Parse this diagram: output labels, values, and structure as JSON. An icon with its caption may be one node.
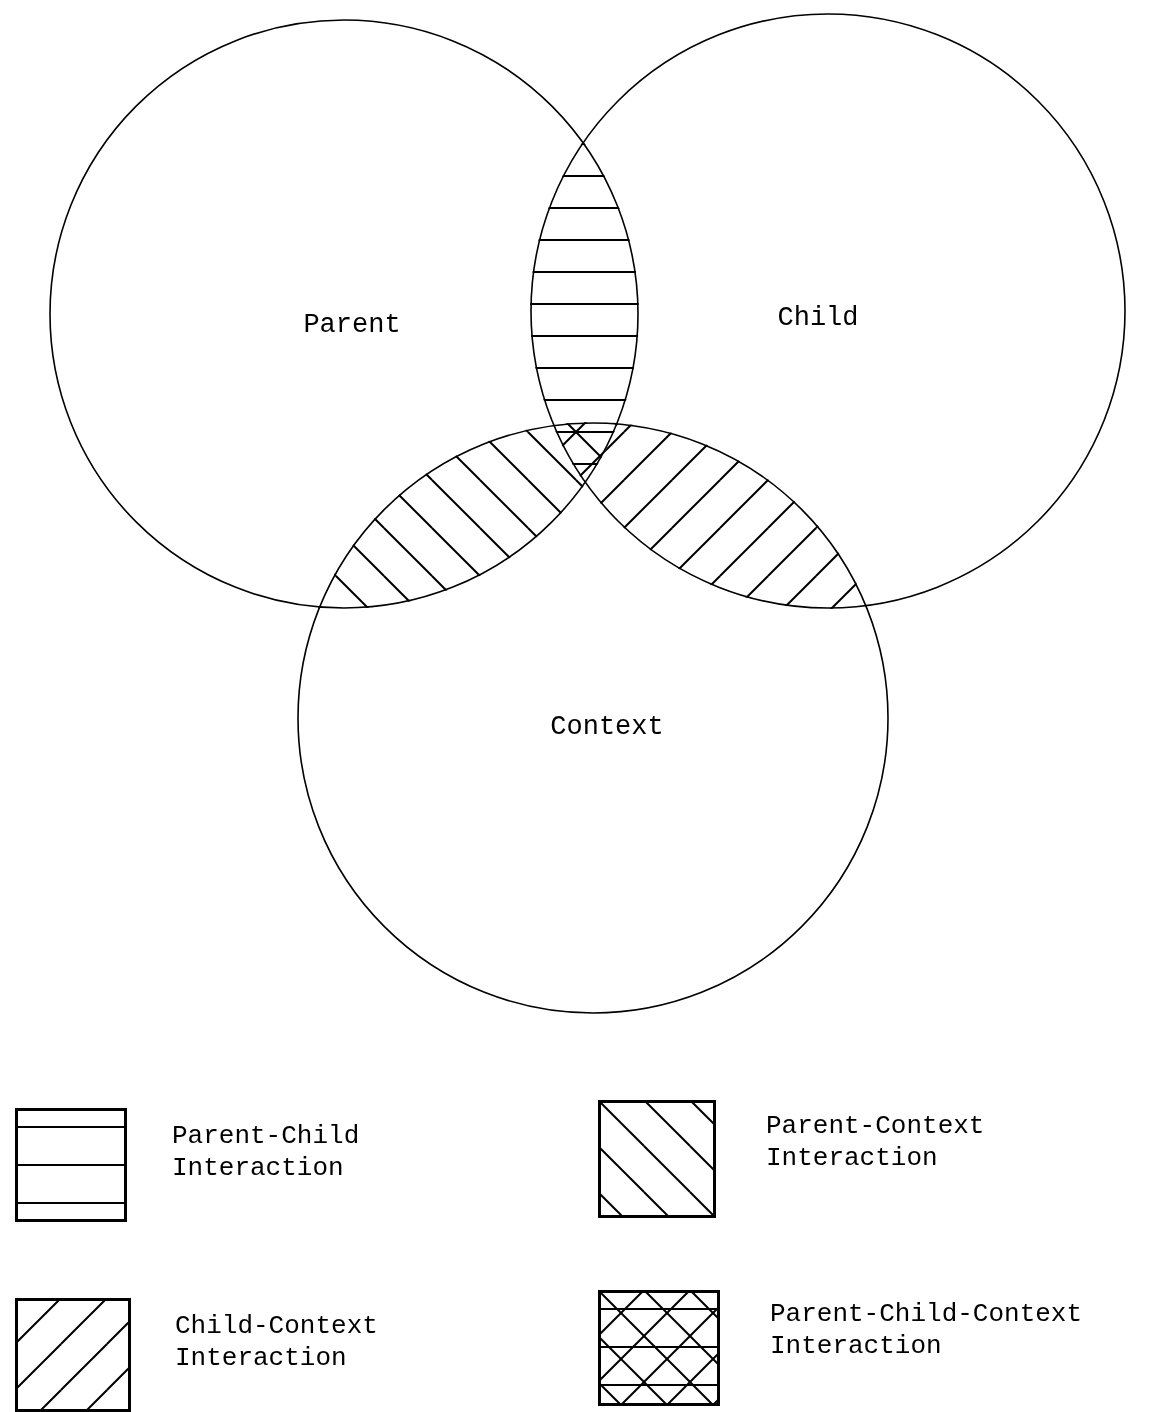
{
  "diagram": {
    "nodes": [
      {
        "text": [
          "Parent"
        ]
      },
      {
        "text": [
          "Child"
        ]
      },
      {
        "text": [
          "Context"
        ]
      }
    ],
    "legend": [
      {
        "text": "Parent-Child Interaction"
      },
      {
        "text": "Parent-Context Interaction"
      },
      {
        "text": "Child-Context Interaction"
      },
      {
        "text": "Parent-Child-Context Interaction"
      }
    ]
  }
}
